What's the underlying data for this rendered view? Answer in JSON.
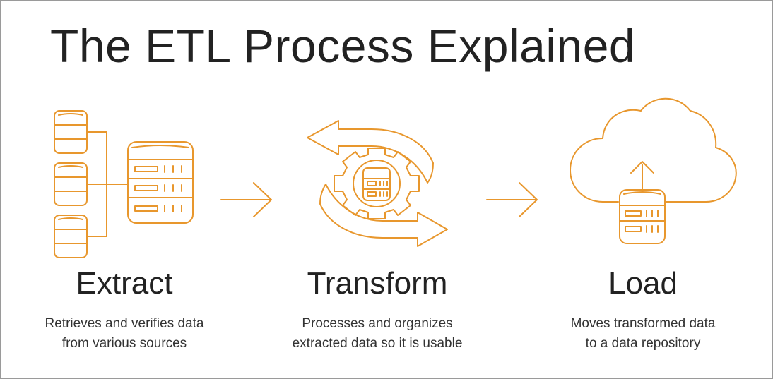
{
  "title": "The ETL Process Explained",
  "accent_color": "#E8972D",
  "stages": [
    {
      "label": "Extract",
      "icon": "database-sources-icon",
      "description": [
        "Retrieves and verifies data",
        "from various sources"
      ]
    },
    {
      "label": "Transform",
      "icon": "gear-cycle-icon",
      "description": [
        "Processes and organizes",
        "extracted data so it is usable"
      ]
    },
    {
      "label": "Load",
      "icon": "cloud-upload-icon",
      "description": [
        "Moves transformed data",
        "to a data repository"
      ]
    }
  ],
  "connectors": [
    "arrow-right-icon",
    "arrow-right-icon"
  ]
}
